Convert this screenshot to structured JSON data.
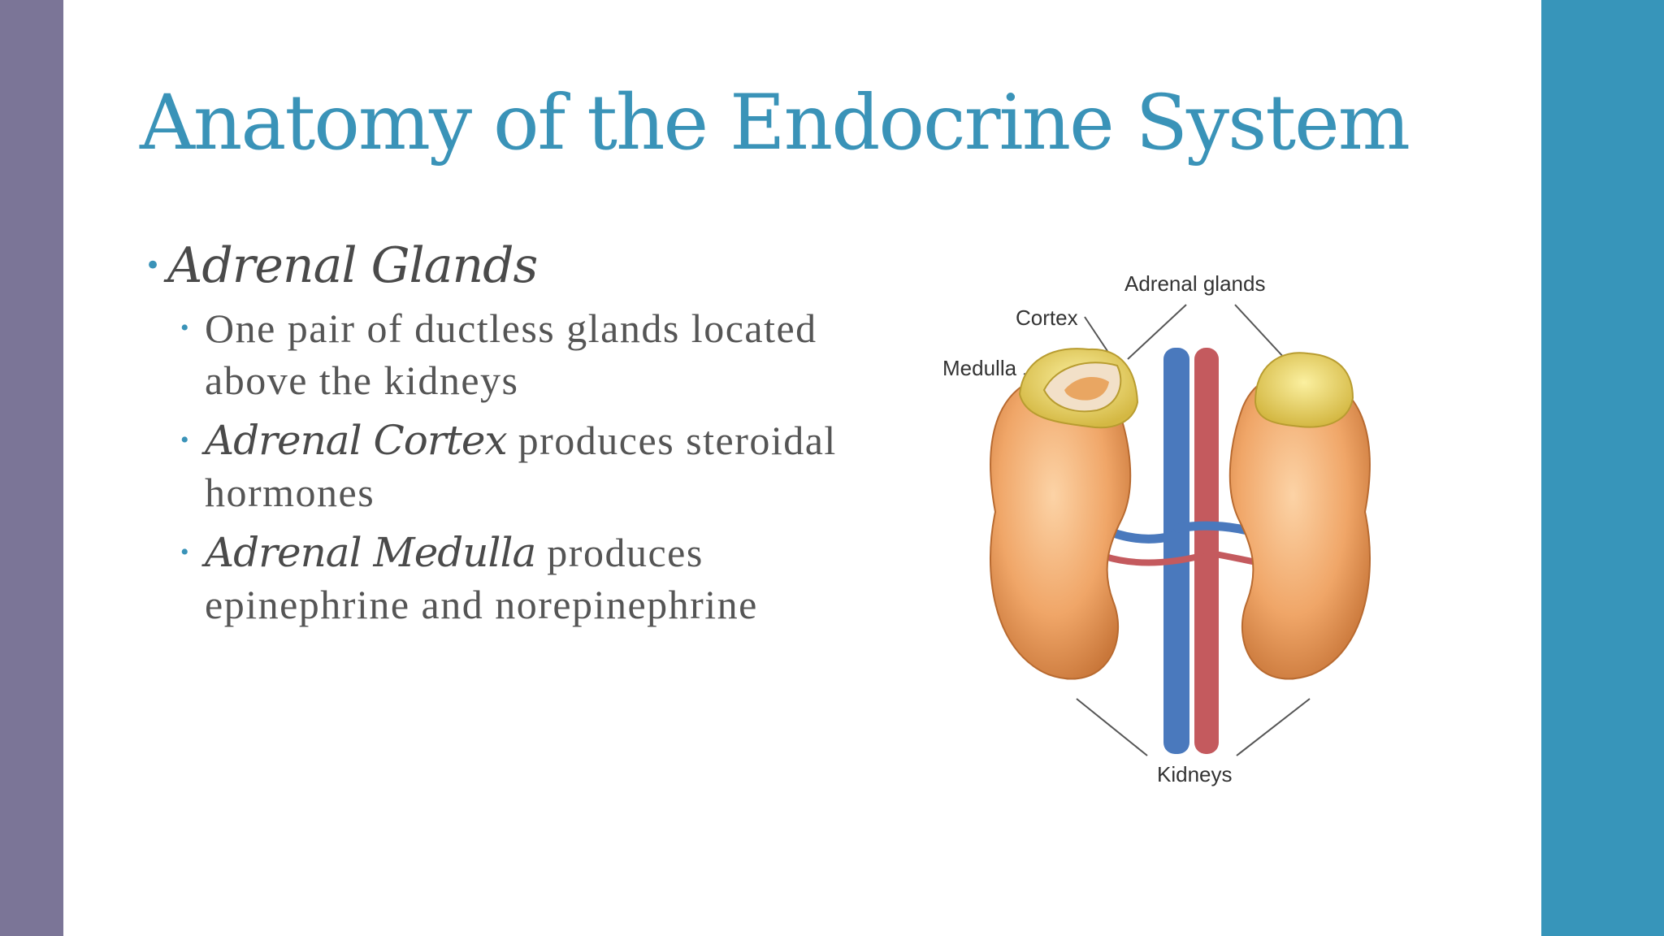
{
  "slide": {
    "title": "Anatomy of the Endocrine System",
    "heading": "Adrenal Glands",
    "bullets": [
      {
        "text": "One pair of ductless glands located above the kidneys"
      },
      {
        "term": "Adrenal Cortex",
        "text": " produces steroidal hormones"
      },
      {
        "term": "Adrenal Medulla",
        "text": " produces epinephrine and norepinephrine"
      }
    ]
  },
  "figure": {
    "labels": {
      "adrenal_glands": "Adrenal glands",
      "cortex": "Cortex",
      "medulla": "Medulla",
      "kidneys": "Kidneys"
    }
  },
  "colors": {
    "title": "#3a93b8",
    "left_bar": "#7b7597",
    "right_bar": "#3795ba",
    "kidney": "#f0a668",
    "gland": "#e8d66a",
    "vein": "#4a79bd",
    "artery": "#c45a5e"
  }
}
